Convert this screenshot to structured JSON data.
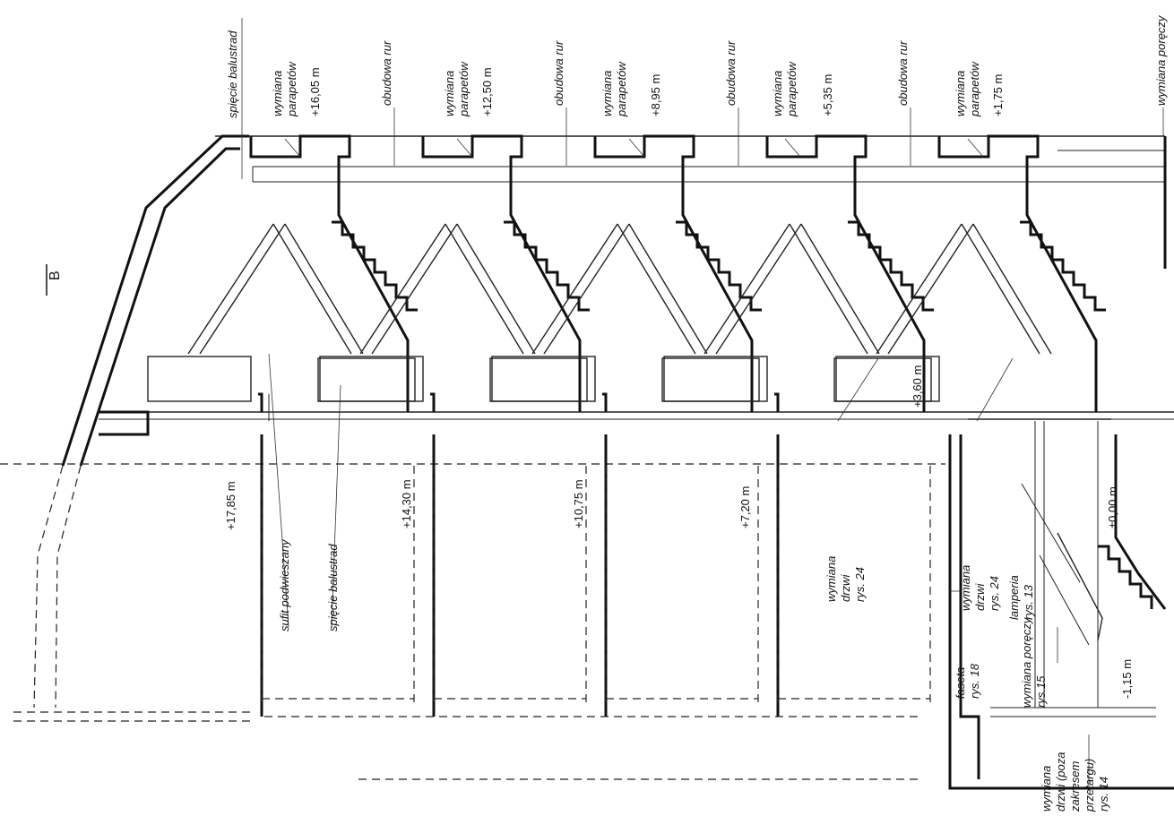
{
  "section_mark": "B",
  "labels": {
    "spiecie_top": "spięcie balustrad",
    "par_1_a": "wymiana",
    "par_1_b": "parapetów",
    "obudowa_1": "obudowa rur",
    "par_2_a": "wymiana",
    "par_2_b": "parapetów",
    "obudowa_2": "obudowa rur",
    "par_3_a": "wymiana",
    "par_3_b": "parapetów",
    "obudowa_3": "obudowa rur",
    "par_4_a": "wymiana",
    "par_4_b": "parapetów",
    "obudowa_4": "obudowa rur",
    "par_5_a": "wymiana",
    "par_5_b": "parapetów",
    "porecz_top": "wymiana poręczy",
    "sufit": "sufit podwieszany",
    "spiecie_bottom": "spięcie balustrad",
    "drzwi_a_1": "wymiana",
    "drzwi_a_2": "drzwi",
    "drzwi_a_3": "rys. 24",
    "faseta_1": "faseta",
    "faseta_2": "rys. 18",
    "drzwi_b_1": "wymiana",
    "drzwi_b_2": "drzwi",
    "drzwi_b_3": "rys. 24",
    "lamperia_1": "lamperia",
    "lamperia_2": "rys. 13",
    "porecz_b_1": "wymiana poręczy",
    "porecz_b_2": "rys.15",
    "drzwi_c_1": "wymiana",
    "drzwi_c_2": "drzwi (poza",
    "drzwi_c_3": "zakresem",
    "drzwi_c_4": "przetargu)",
    "drzwi_c_5": "rys. 14"
  },
  "levels": {
    "l_1605": "+16,05 m",
    "l_1250": "+12,50 m",
    "l_895": "+8,95 m",
    "l_535": "+5,35 m",
    "l_175": "+1,75 m",
    "l_360": "+3,60 m",
    "l_1785": "+17,85 m",
    "l_1430": "+14,30 m",
    "l_1075": "+10,75 m",
    "l_720": "+7,20 m",
    "l_000": "±0,00 m",
    "l_m115": "-1,15 m"
  }
}
